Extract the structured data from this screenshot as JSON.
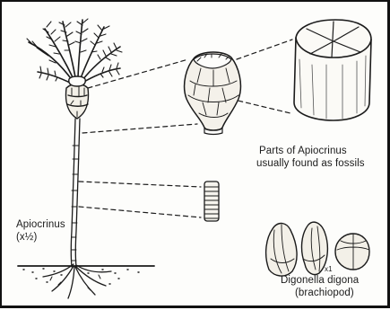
{
  "figure": {
    "labels": {
      "specimen_name": "Apiocrinus",
      "specimen_scale": "(x½)",
      "fossils_caption_line1": "Parts of Apiocrinus",
      "fossils_caption_line2": "usually found as fossils",
      "brachiopod_name": "Digonella digona",
      "brachiopod_note": "(brachiopod)",
      "brachiopod_scale": "x1"
    },
    "colors": {
      "ink": "#1b1b1b",
      "paper": "#fdfdfb",
      "frame": "#111111"
    }
  }
}
